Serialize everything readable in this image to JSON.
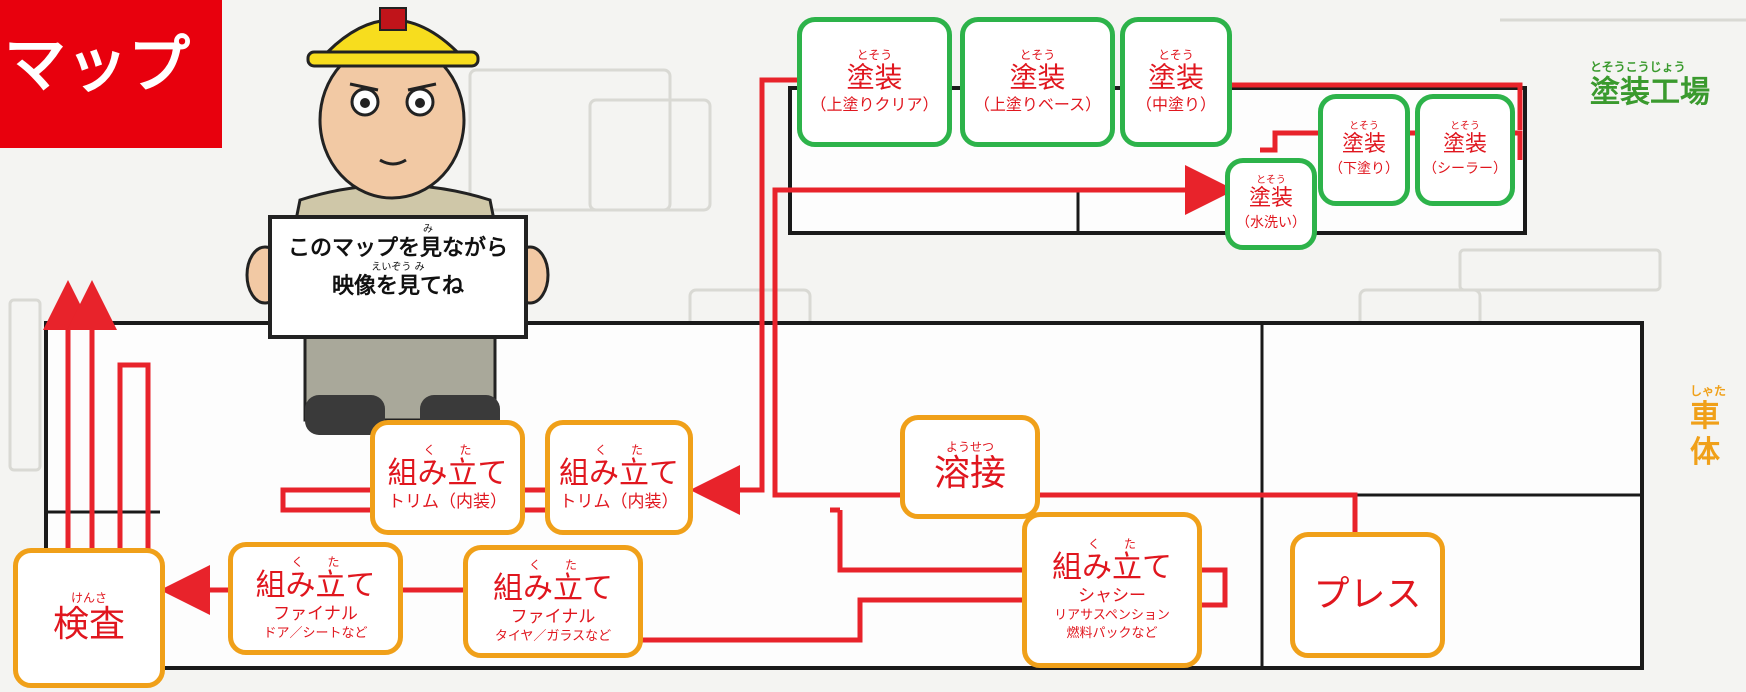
{
  "title": {
    "text": "マップ"
  },
  "sign": {
    "line1_ruby": "み",
    "line1": "このマップを見ながら",
    "line2_ruby": "えいぞう        み",
    "line2": "映像を見てね"
  },
  "plants": {
    "painting": {
      "ruby": "とそうこうじょう",
      "name": "塗装工場"
    },
    "body": {
      "ruby": "しゃた",
      "name": "車体"
    }
  },
  "stations": {
    "paint_clear": {
      "ruby": "とそう",
      "name": "塗装",
      "sub": "（上塗りクリア）"
    },
    "paint_base": {
      "ruby": "とそう",
      "name": "塗装",
      "sub": "（上塗りベース）"
    },
    "paint_mid": {
      "ruby": "とそう",
      "name": "塗装",
      "sub": "（中塗り）"
    },
    "paint_under": {
      "ruby": "とそう",
      "name": "塗装",
      "sub": "（下塗り）"
    },
    "paint_sealer": {
      "ruby": "とそう",
      "name": "塗装",
      "sub": "（シーラー）"
    },
    "paint_wash": {
      "ruby": "とそう",
      "name": "塗装",
      "sub": "（水洗い）"
    },
    "assy_trim_1": {
      "ruby": "く　　た",
      "name": "組み立て",
      "sub": "トリム（内装）"
    },
    "assy_trim_2": {
      "ruby": "く　　た",
      "name": "組み立て",
      "sub": "トリム（内装）"
    },
    "welding": {
      "ruby": "ようせつ",
      "name": "溶接"
    },
    "assy_chassis": {
      "ruby": "く　　た",
      "name": "組み立て",
      "sub": "シャシー",
      "sub2": "リアサスペンション",
      "sub3": "燃料パックなど"
    },
    "press": {
      "name": "プレス"
    },
    "assy_final_2": {
      "ruby": "く　　た",
      "name": "組み立て",
      "sub": "ファイナル",
      "sub2": "タイヤ／ガラスなど"
    },
    "assy_final_1": {
      "ruby": "く　　た",
      "name": "組み立て",
      "sub": "ファイナル",
      "sub2": "ドア／シートなど"
    },
    "inspection": {
      "ruby": "けんさ",
      "name": "検査"
    }
  },
  "colors": {
    "flow": "#e8232b",
    "assembly_border": "#f0a019",
    "paint_border": "#2db34a",
    "banner": "#e8000d"
  }
}
